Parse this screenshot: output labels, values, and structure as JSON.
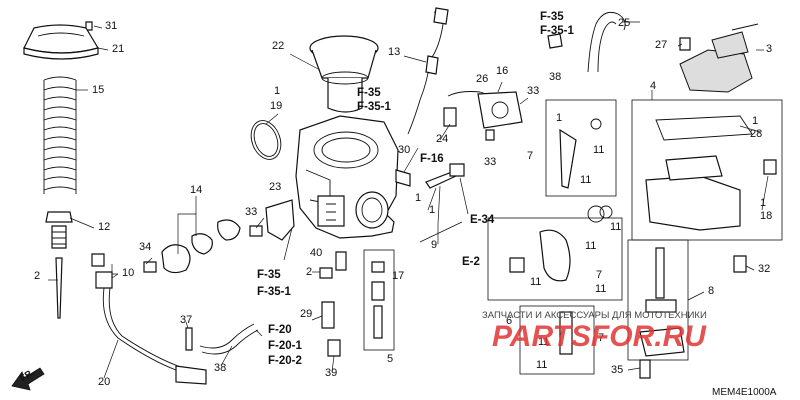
{
  "callouts": {
    "c1": "1",
    "c1b": "1",
    "c1c": "1",
    "c2": "2",
    "c3": "3",
    "c4": "4",
    "c5": "5",
    "c6": "6",
    "c7": "7",
    "c7b": "7",
    "c7c": "7",
    "c8": "8",
    "c9": "9",
    "c10": "10",
    "c11a": "11",
    "c11b": "11",
    "c11c": "11",
    "c11d": "11",
    "c11e": "11",
    "c11f": "11",
    "c11g": "11",
    "c11h": "11",
    "c12": "12",
    "c13": "13",
    "c14": "14",
    "c15": "15",
    "c16": "16",
    "c17": "17",
    "c18": "18",
    "c19": "19",
    "c20": "20",
    "c21": "21",
    "c22": "22",
    "c23": "23",
    "c24": "24",
    "c25": "25",
    "c26": "26",
    "c27": "27",
    "c28": "28",
    "c29": "29",
    "c30": "30",
    "c31": "31",
    "c32": "32",
    "c33a": "33",
    "c33b": "33",
    "c33c": "33",
    "c34": "34",
    "c35": "35",
    "c37": "37",
    "c38a": "38",
    "c38b": "38",
    "c39": "39",
    "c40": "40"
  },
  "refs": {
    "f35_top": "F-35",
    "f351_top": "F-35-1",
    "f35_mid": "F-35",
    "f351_mid": "F-35-1",
    "f35_left": "F-35",
    "f351_left": "F-35-1",
    "f16": "F-16",
    "e34": "E-34",
    "e2": "E-2",
    "f20": "F-20",
    "f201": "F-20-1",
    "f202": "F-20-2"
  },
  "front_marker": "FR.",
  "diagram_code": "MEM4E1000A",
  "watermark": {
    "caption": "ЗАПЧАСТИ И АКСЕССУАРЫ ДЛЯ МОТОТЕХНИКИ",
    "logo_text": "PARTSFOR.RU"
  },
  "colors": {
    "ink": "#111111",
    "watermark_red": "#e03535",
    "watermark_caption": "#444444"
  }
}
